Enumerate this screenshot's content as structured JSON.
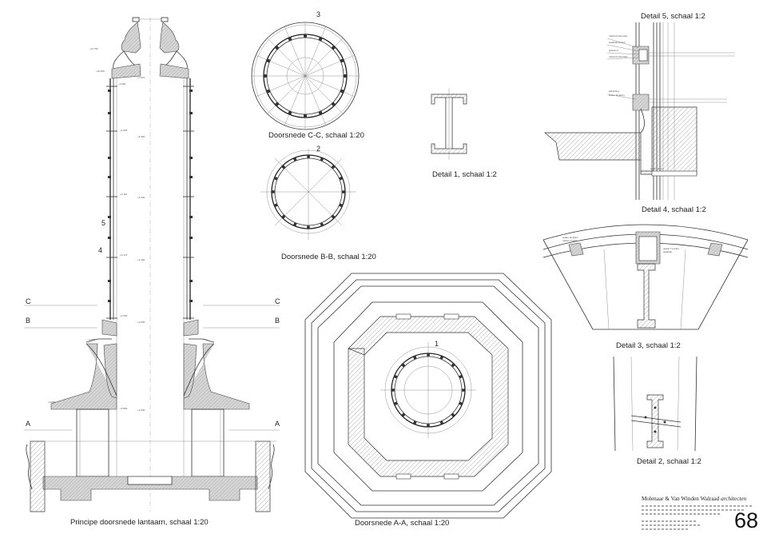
{
  "labels": {
    "main_section": "Principe doorsnede lantaarn, schaal 1:20",
    "section_cc": "Doorsnede C-C, schaal 1:20",
    "section_bb": "Doorsnede B-B, schaal 1:20",
    "section_aa": "Doorsnede A-A, schaal 1:20",
    "detail1": "Detail 1, schaal 1:2",
    "detail2": "Detail 2, schaal 1:2",
    "detail3": "Detail 3, schaal 1:2",
    "detail4": "Detail 4, schaal 1:2",
    "detail5": "Detail 5, schaal 1:2"
  },
  "markers": {
    "c": "C",
    "b": "B",
    "a": "A",
    "ref1": "1",
    "ref2": "2",
    "ref3": "3",
    "ref4": "4",
    "ref5": "5"
  },
  "title_block": {
    "firm_name": "Molenaar & Van Winden Walraad",
    "firm_suffix": "architecten",
    "sheet_number": "68"
  }
}
